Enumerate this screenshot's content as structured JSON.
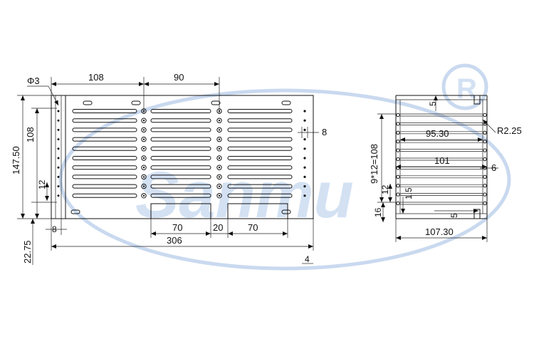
{
  "front_view": {
    "hole_dia": "Φ3",
    "width_top_left": "108",
    "width_top_mid": "90",
    "height_total": "147.50",
    "height_inner": "108",
    "pitch_small": "12",
    "offset_left": "8",
    "offset_bottom": "22.75",
    "side_offset": "8",
    "slot_70_left": "70",
    "slot_gap": "20",
    "slot_70_right": "70",
    "width_total": "306",
    "footnote": "4"
  },
  "side_view": {
    "top_gap": "5",
    "fin_length": "95.30",
    "radius": "R2.25",
    "pitch_spec": "9*12=108",
    "inner_length": "101",
    "side_gap": "6",
    "pitch_12": "12",
    "dim_1_5": "1.5",
    "height_16": "16",
    "bottom_gap": "5",
    "width_total": "107.30"
  },
  "watermark": {
    "text": "Sanmu",
    "mark": "R"
  }
}
